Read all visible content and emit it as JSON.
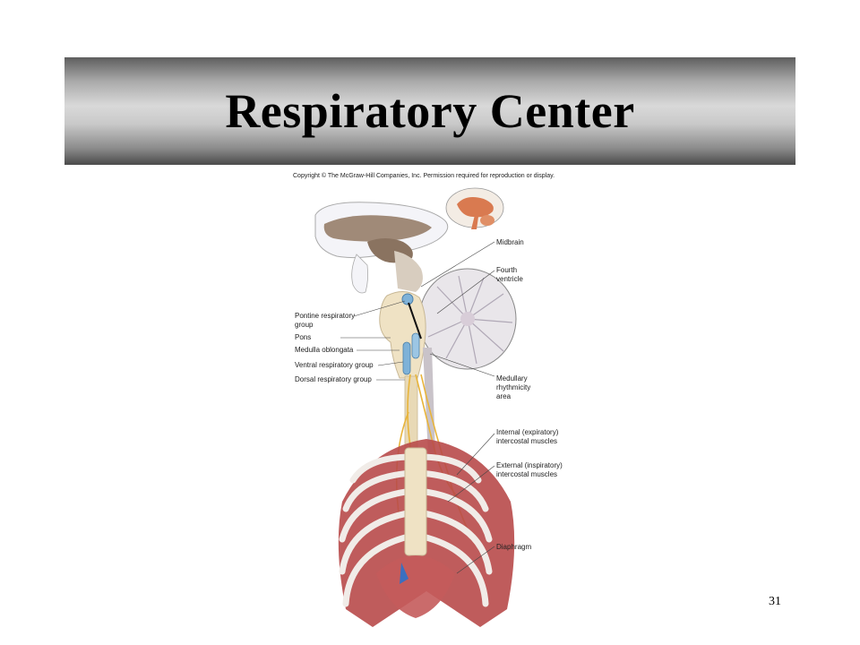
{
  "slide": {
    "title": "Respiratory Center",
    "page_number": "31"
  },
  "figure": {
    "copyright": "Copyright © The McGraw-Hill Companies, Inc. Permission required for reproduction or display.",
    "labels": {
      "midbrain": "Midbrain",
      "fourth_ventricle_1": "Fourth",
      "fourth_ventricle_2": "ventricle",
      "pontine_1": "Pontine respiratory",
      "pontine_2": "group",
      "pons": "Pons",
      "medulla": "Medulla oblongata",
      "ventral": "Ventral respiratory group",
      "dorsal": "Dorsal respiratory group",
      "medullary_1": "Medullary",
      "medullary_2": "rhythmicity",
      "medullary_3": "area",
      "internal_1": "Internal (expiratory)",
      "internal_2": "intercostal muscles",
      "external_1": "External (inspiratory)",
      "external_2": "intercostal muscles",
      "diaphragm": "Diaphragm"
    }
  },
  "colors": {
    "brain_tan": "#a08a78",
    "pons_cream": "#efe2c4",
    "nerve_yellow": "#e8b43a",
    "muscle_red": "#b84a4a",
    "resp_blue": "#7fb2d8"
  }
}
